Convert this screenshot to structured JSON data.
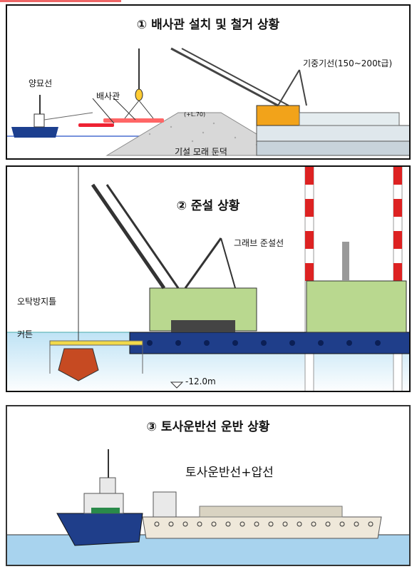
{
  "panels": [
    {
      "title": "① 배사관 설치 및 철거 상황",
      "labels": {
        "anchor_boat": "양묘선",
        "discharge_pipe": "배사관",
        "crane_barge": "기중기선(150~200t급)",
        "sand_berm": "기설 모래 둔덕",
        "level_mark": "(+L.70)"
      }
    },
    {
      "title": "② 준설 상황",
      "labels": {
        "grab_dredger": "그래브 준설선",
        "silt_fence": "오탁방지틀",
        "curtain": "커튼",
        "depth": "-12.0m"
      }
    },
    {
      "title": "③ 토사운반선 운반 상황",
      "labels": {
        "barge_tug": "토사운반선+압선"
      }
    }
  ]
}
